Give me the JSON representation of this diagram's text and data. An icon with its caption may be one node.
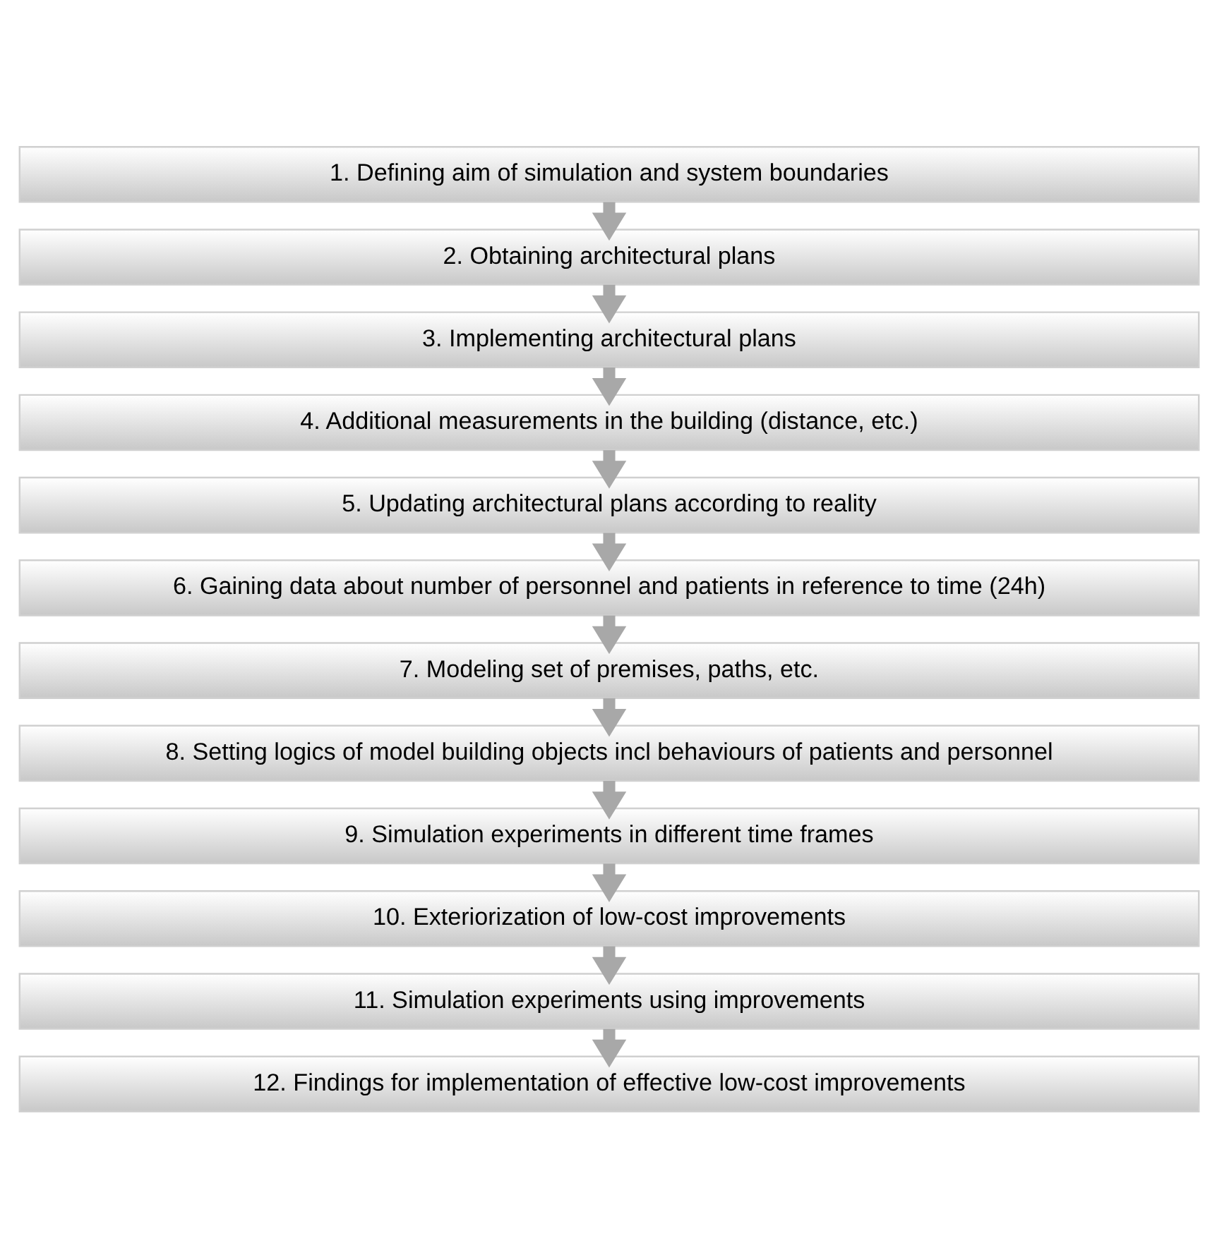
{
  "diagram": {
    "nodes": [
      {
        "text": [
          "1. Defining aim of simulation and system boundaries"
        ]
      },
      {
        "text": [
          "2. Obtaining architectural plans"
        ]
      },
      {
        "text": [
          "3. Implementing architectural plans"
        ]
      },
      {
        "text": [
          "4. Additional measurements in the building (distance, etc.)"
        ]
      },
      {
        "text": [
          "5. Updating architectural plans according to reality"
        ]
      },
      {
        "text": [
          "6. Gaining data about number of personnel and patients in reference to time (24h)"
        ]
      },
      {
        "text": [
          "7. Modeling set of premises, paths, etc."
        ]
      },
      {
        "text": [
          "8. Setting logics of model building objects incl behaviours of patients and personnel"
        ]
      },
      {
        "text": [
          "9. Simulation experiments in different time frames"
        ]
      },
      {
        "text": [
          "10. Exteriorization of low-cost improvements"
        ]
      },
      {
        "text": [
          "11. Simulation experiments using improvements"
        ]
      },
      {
        "text": [
          "12. Findings for implementation of effective low-cost improvements"
        ]
      }
    ],
    "edges": [
      {
        "from": 0,
        "to": 1,
        "arrow": "to"
      },
      {
        "from": 1,
        "to": 2,
        "arrow": "to"
      },
      {
        "from": 2,
        "to": 3,
        "arrow": "to"
      },
      {
        "from": 3,
        "to": 4,
        "arrow": "to"
      },
      {
        "from": 4,
        "to": 5,
        "arrow": "to"
      },
      {
        "from": 5,
        "to": 6,
        "arrow": "to"
      },
      {
        "from": 6,
        "to": 7,
        "arrow": "to"
      },
      {
        "from": 7,
        "to": 8,
        "arrow": "to"
      },
      {
        "from": 8,
        "to": 9,
        "arrow": "to"
      },
      {
        "from": 9,
        "to": 10,
        "arrow": "to"
      },
      {
        "from": 10,
        "to": 11,
        "arrow": "to"
      }
    ]
  }
}
